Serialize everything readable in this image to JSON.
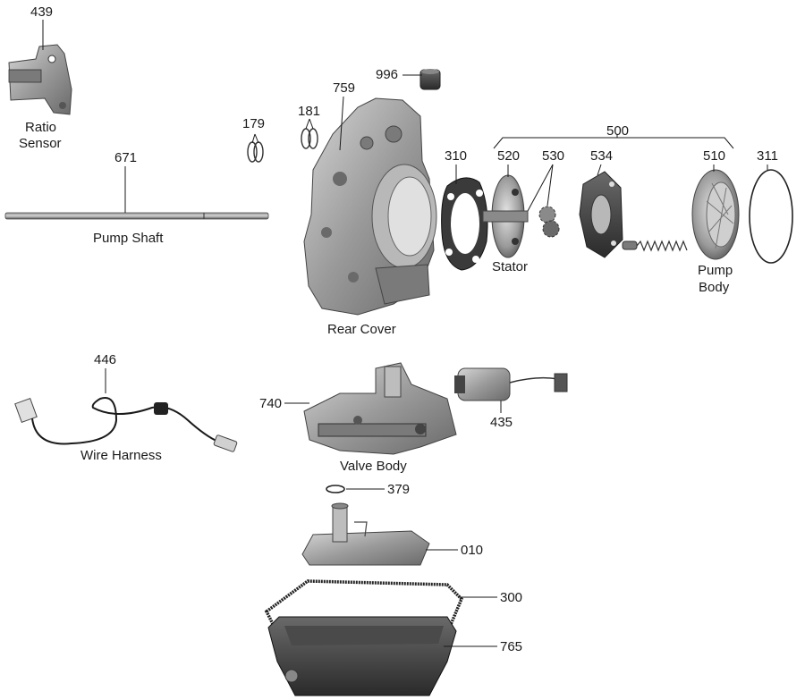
{
  "callouts": {
    "n439": "439",
    "n996": "996",
    "n759": "759",
    "n181": "181",
    "n179": "179",
    "n671": "671",
    "n500": "500",
    "n310": "310",
    "n520": "520",
    "n530": "530",
    "n534": "534",
    "n510": "510",
    "n311": "311",
    "n446": "446",
    "n740": "740",
    "n435": "435",
    "n379": "379",
    "n010": "010",
    "n300": "300",
    "n765": "765"
  },
  "names": {
    "ratio_sensor_1": "Ratio",
    "ratio_sensor_2": "Sensor",
    "pump_shaft": "Pump Shaft",
    "rear_cover": "Rear Cover",
    "stator": "Stator",
    "pump_body_1": "Pump",
    "pump_body_2": "Body",
    "wire_harness": "Wire Harness",
    "valve_body": "Valve Body"
  },
  "colors": {
    "line": "#1a1a1a",
    "metal_dark": "#5a5a5a",
    "metal_mid": "#8c8c8c",
    "metal_light": "#c4c4c4",
    "background": "#ffffff"
  }
}
